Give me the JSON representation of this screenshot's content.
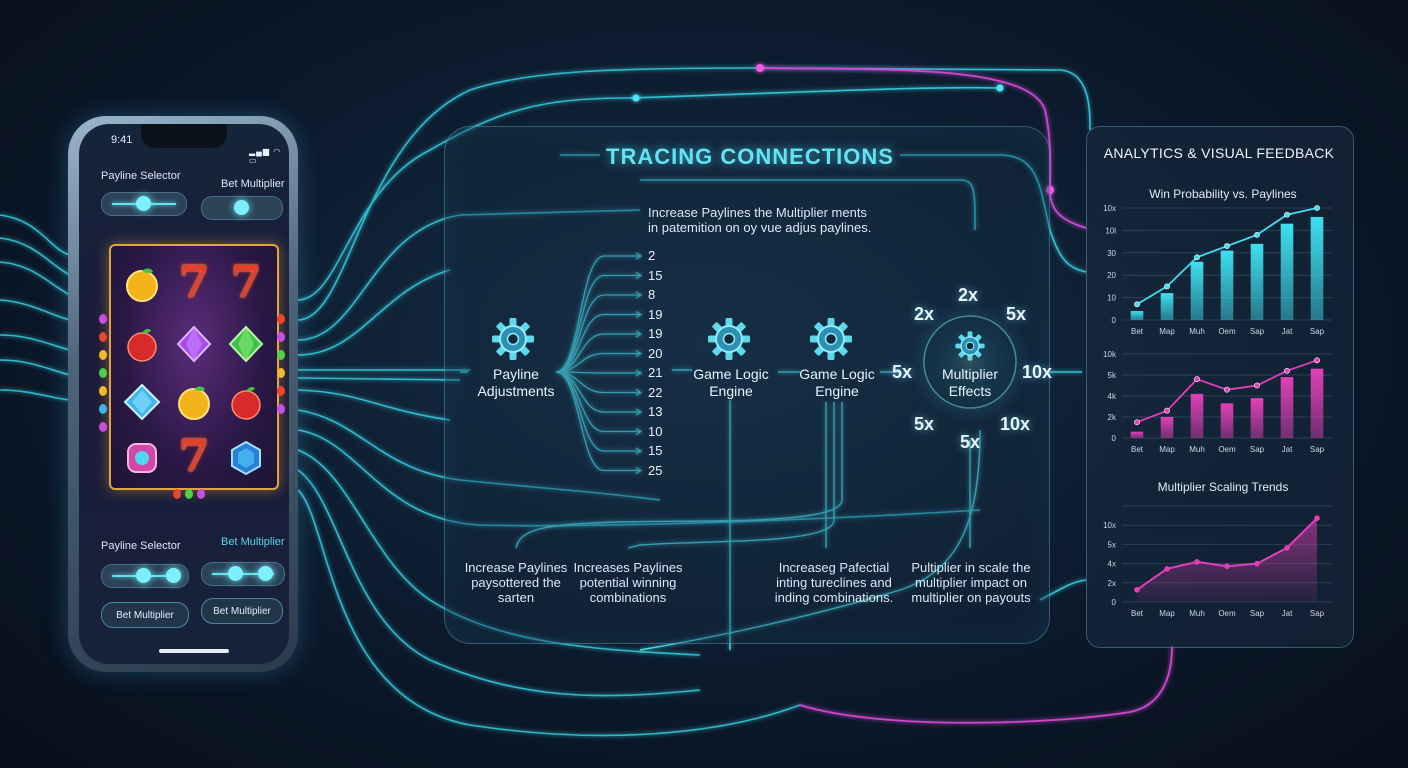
{
  "diagram": {
    "title": "TRACING CONNECTIONS",
    "top_note": [
      "Increase Paylines the Multiplier ments",
      "in patemition on oy vue adjus paylines."
    ],
    "nodes": {
      "payline": [
        "Payline",
        "Adjustments"
      ],
      "engine_a": [
        "Game Logic",
        "Engine"
      ],
      "engine_b": [
        "Game Logic",
        "Engine"
      ],
      "multiplier": [
        "Multiplier",
        "Effects"
      ]
    },
    "fan_values": [
      "2",
      "15",
      "8",
      "19",
      "19",
      "20",
      "21",
      "22",
      "13",
      "10",
      "15",
      "25"
    ],
    "multipliers": {
      "top": "2x",
      "upper_left": "2x",
      "upper_right": "5x",
      "left": "5x",
      "right": "10x",
      "lower_left": "5x",
      "lower_right": "10x",
      "bottom": "5x"
    },
    "bottom_notes": [
      [
        "Increase Paylines",
        "paysottered the sarten"
      ],
      [
        "Increases Paylines",
        "potential winning",
        "combinations"
      ],
      [
        "Increaseg Pafectial",
        "inting tureclines and",
        "inding combinations."
      ],
      [
        "Pultiplier in scale the",
        "multiplier impact on",
        "multiplier on payouts"
      ]
    ]
  },
  "phone": {
    "time": "9:41",
    "status_icons": "▂▄▆ ◠ ▭",
    "payline_selector": "Payline Selector",
    "bet_multiplier": "Bet Multiplier",
    "payline_selector_2": "Payline Selector",
    "bet_multiplier_2": "Bet Multiplier",
    "button_left": "Bet Multiplier",
    "button_right": "Bet Multiplier"
  },
  "analytics": {
    "title": "ANALYTICS & VISUAL FEEDBACK",
    "chart1_title": "Win Probability vs. Paylines",
    "chart3_title": "Multiplier Scaling Trends"
  },
  "chart_data": [
    {
      "type": "bar",
      "title": "Win Probability vs. Paylines",
      "categories": [
        "Bet",
        "Map",
        "Muh",
        "Oem",
        "Sap",
        "Jat",
        "Sap"
      ],
      "yticks": [
        "0",
        "10",
        "20",
        "30",
        "10l",
        "10x"
      ],
      "values": [
        4,
        12,
        26,
        31,
        34,
        43,
        46
      ],
      "line": [
        7,
        15,
        28,
        33,
        38,
        47,
        50
      ],
      "ylim": [
        0,
        50
      ],
      "color": "#3ee0f0"
    },
    {
      "type": "bar",
      "categories": [
        "Bet",
        "Map",
        "Muh",
        "Oem",
        "Sap",
        "Jat",
        "Sap"
      ],
      "yticks": [
        "0",
        "2k",
        "4k",
        "5k",
        "10k"
      ],
      "values": [
        0.6,
        2,
        4.2,
        3.3,
        3.8,
        5.8,
        6.6
      ],
      "line": [
        1.5,
        2.6,
        5.6,
        4.6,
        5.0,
        6.4,
        7.4
      ],
      "ylim": [
        0,
        8
      ],
      "color": "#e23fb8"
    },
    {
      "type": "area",
      "title": "Multiplier Scaling Trends",
      "categories": [
        "Bet",
        "Map",
        "Muh",
        "Oem",
        "Sap",
        "Jat",
        "Sap"
      ],
      "yticks": [
        "0",
        "2x",
        "4x",
        "5x",
        "10x",
        ""
      ],
      "values": [
        1.4,
        3.8,
        4.6,
        4.1,
        4.4,
        6.2,
        9.6
      ],
      "ylim": [
        0,
        11
      ],
      "color": "#e23fb8"
    }
  ]
}
